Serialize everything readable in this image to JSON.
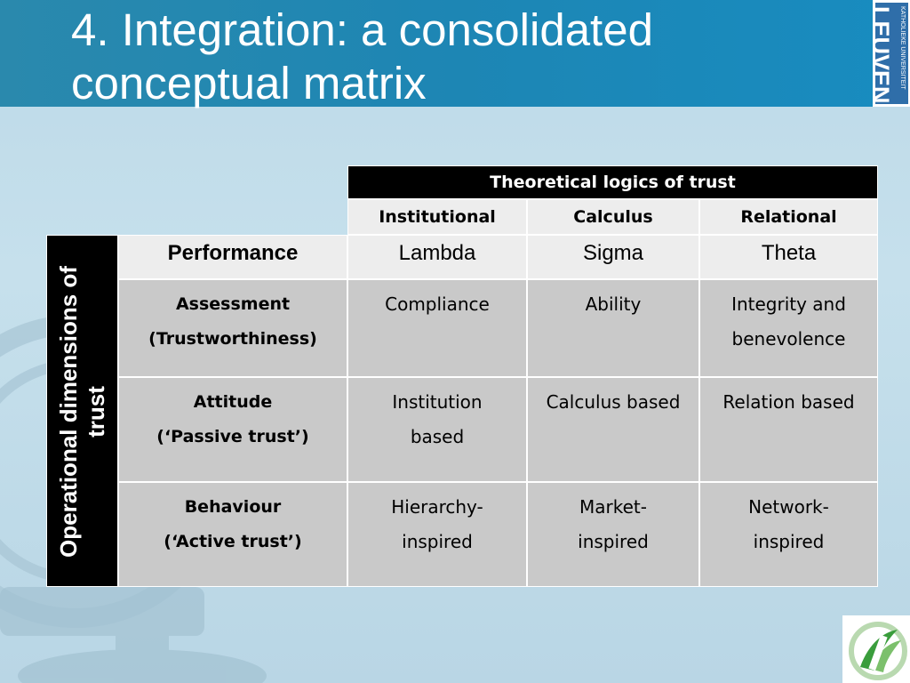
{
  "slide": {
    "title_line1": "4. Integration: a consolidated",
    "title_line2": "conceptual matrix"
  },
  "logo": {
    "name": "LEUVEN",
    "subtitle": "KATHOLIEKE UNIVERSITEIT"
  },
  "matrix": {
    "top_header": "Theoretical logics of trust",
    "side_header": "Operational dimensions of trust",
    "columns": [
      "Institutional",
      "Calculus",
      "Relational"
    ],
    "rows": [
      {
        "label_line1": "Performance",
        "label_line2": "",
        "cells": [
          [
            "Lambda",
            ""
          ],
          [
            "Sigma",
            ""
          ],
          [
            "Theta",
            ""
          ]
        ]
      },
      {
        "label_line1": "Assessment",
        "label_line2": "(Trustworthiness)",
        "cells": [
          [
            "Compliance",
            ""
          ],
          [
            "Ability",
            ""
          ],
          [
            "Integrity and",
            "benevolence"
          ]
        ]
      },
      {
        "label_line1": "Attitude",
        "label_line2": "(‘Passive trust’)",
        "cells": [
          [
            "Institution",
            "based"
          ],
          [
            "Calculus based",
            ""
          ],
          [
            "Relation based",
            ""
          ]
        ]
      },
      {
        "label_line1": "Behaviour",
        "label_line2": "(‘Active trust’)",
        "cells": [
          [
            "Hierarchy-",
            "inspired"
          ],
          [
            "Market-",
            "inspired"
          ],
          [
            "Network-",
            "inspired"
          ]
        ]
      }
    ]
  },
  "colors": {
    "header_bar": "#1d86b4",
    "header_cell": "#000000",
    "light_cell": "#ededed",
    "gray_cell": "#c9c9c9",
    "logo_blue": "#2f6ea9",
    "footer_logo_green": "#3a9d3c"
  },
  "icons": {
    "background": "valve-wheel-illustration",
    "footer": "green-emblem-icon"
  }
}
